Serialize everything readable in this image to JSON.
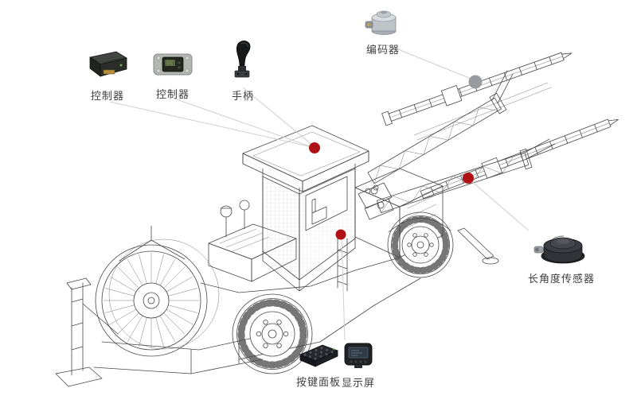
{
  "diagram": {
    "kind": "labeled-component-diagram",
    "subject_label": "drilling-jumbo-wireframe"
  },
  "components": [
    {
      "name": "controller-1",
      "label": "控制器"
    },
    {
      "name": "controller-2",
      "label": "控制器"
    },
    {
      "name": "handle",
      "label": "手柄"
    },
    {
      "name": "encoder",
      "label": "编码器"
    },
    {
      "name": "angle-sensor",
      "label": "长角度传感器"
    },
    {
      "name": "keypad",
      "label": "按键面板"
    },
    {
      "name": "display",
      "label": "显示屏"
    }
  ],
  "colors": {
    "marker_red": "#b01117",
    "marker_gray": "#989ca1",
    "marker_gray_stroke": "#7e8287",
    "leader_line": "#cfcfcf",
    "wireframe": "#484848",
    "label_text": "#3f3f3f",
    "background": "#ffffff"
  }
}
